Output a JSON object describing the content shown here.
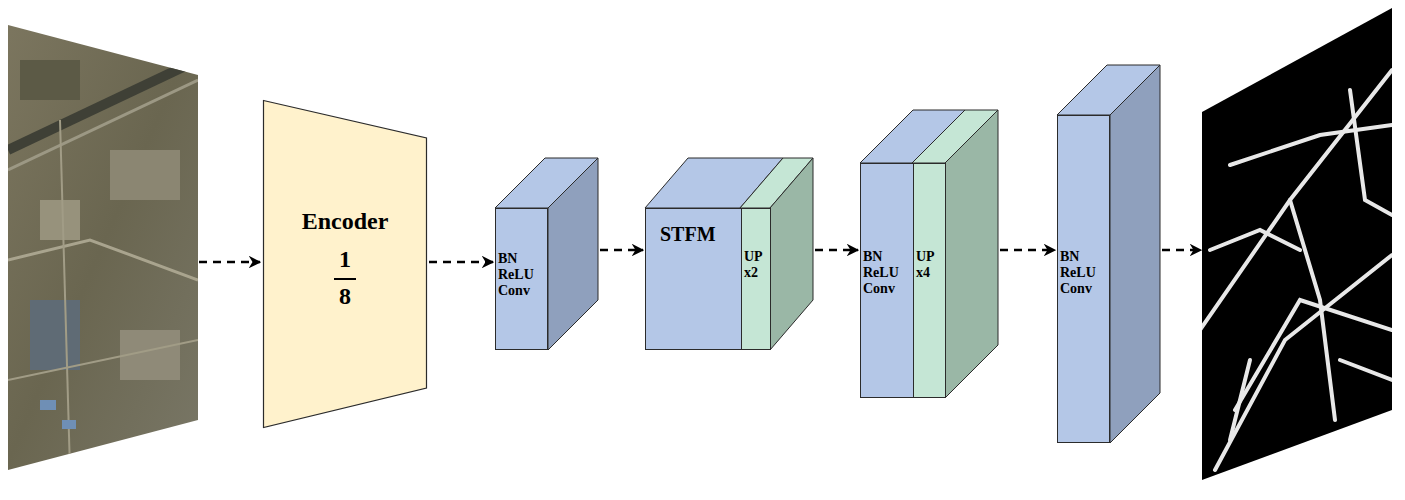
{
  "diagram": {
    "nodes": [
      {
        "text": [
          "Encoder",
          "1",
          "8"
        ]
      },
      {
        "text": [
          "BN ReLU Conv"
        ]
      },
      {
        "text": [
          "STFM"
        ]
      },
      {
        "text": [
          "UP x2"
        ],
        "in": 2
      },
      {
        "text": [
          "BN ReLU Conv"
        ]
      },
      {
        "text": [
          "UP x4"
        ],
        "in": 4
      },
      {
        "text": [
          "BN ReLU Conv"
        ]
      }
    ],
    "edges": [
      {
        "from": 0,
        "to": 1,
        "arrow": "to"
      },
      {
        "from": 1,
        "to": 2,
        "arrow": "to"
      },
      {
        "from": 2,
        "to": 4,
        "arrow": "to"
      },
      {
        "from": 4,
        "to": 6,
        "arrow": "to"
      }
    ]
  }
}
